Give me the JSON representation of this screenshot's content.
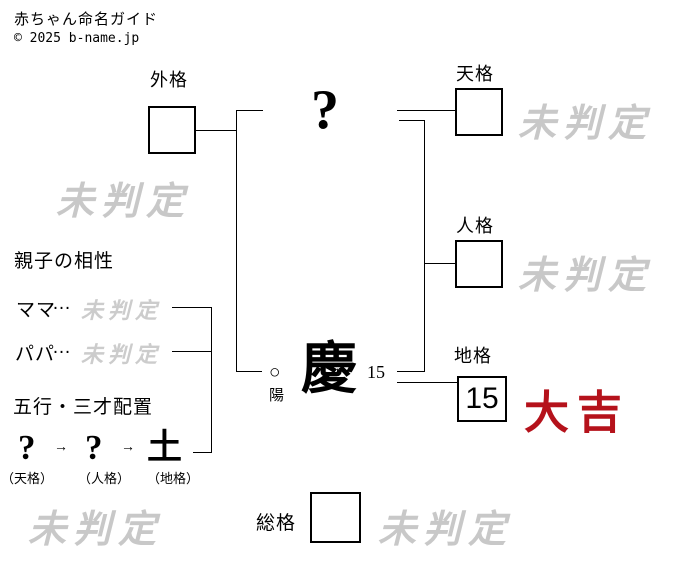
{
  "header": {
    "title": "赤ちゃん命名ガイド",
    "copyright": "© 2025 b-name.jp"
  },
  "name": {
    "surname_char": "?",
    "given_char": "慶",
    "given_strokes": "15",
    "yinyang_symbol": "○",
    "yinyang_label": "陽"
  },
  "kaku": {
    "gaikaku": {
      "label": "外格",
      "value": "",
      "result": "未判定"
    },
    "tenkaku": {
      "label": "天格",
      "value": "",
      "result": "未判定"
    },
    "jinkaku": {
      "label": "人格",
      "value": "",
      "result": "未判定"
    },
    "chikaku": {
      "label": "地格",
      "value": "15",
      "result": "大吉"
    },
    "soukaku": {
      "label": "総格",
      "value": "",
      "result": "未判定"
    }
  },
  "compatibility": {
    "heading": "親子の相性",
    "rows": [
      {
        "label": "ママ",
        "dots": "…",
        "result": "未判定"
      },
      {
        "label": "パパ",
        "dots": "…",
        "result": "未判定"
      }
    ]
  },
  "gogyou": {
    "heading": "五行・三才配置",
    "arrow": "→",
    "elements": [
      {
        "char": "?",
        "caption": "（天格）"
      },
      {
        "char": "?",
        "caption": "（人格）"
      },
      {
        "char": "土",
        "caption": "（地格）"
      }
    ]
  },
  "watermarks": {
    "bottom_left": "未判定"
  },
  "colors": {
    "accent_red": "#b5121b",
    "watermark_gray": "#c8c8c8"
  }
}
